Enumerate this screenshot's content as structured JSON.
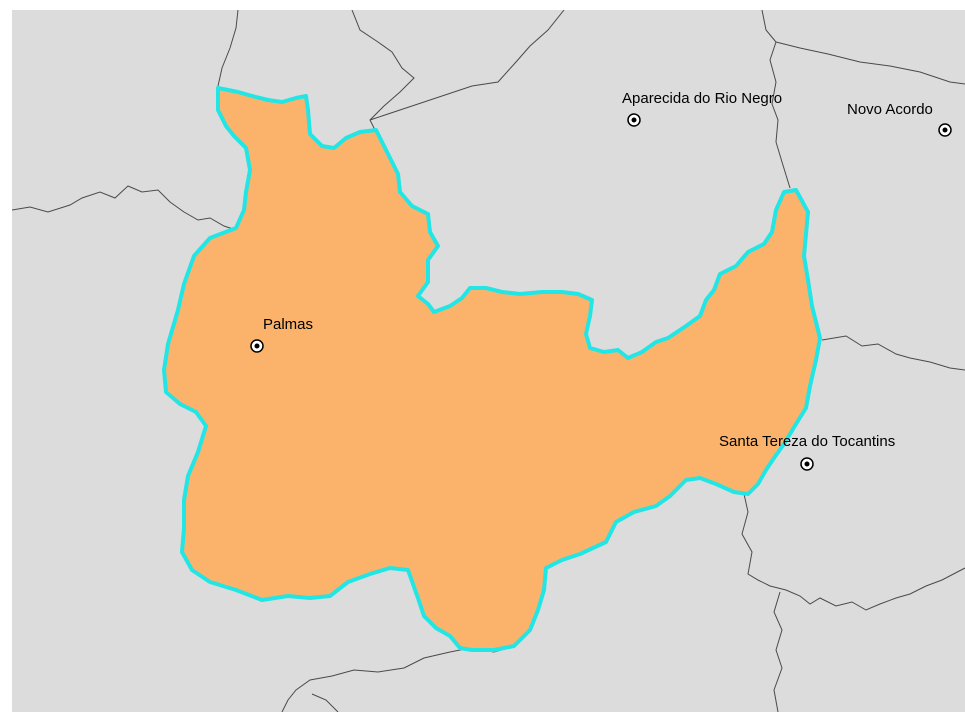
{
  "map": {
    "background_color": "#dcdcdc",
    "boundary_color": "#4a4a4a",
    "selected_region": {
      "fill_color": "#fbb36b",
      "stroke_color": "#22e5e5"
    },
    "cities": [
      {
        "id": "palmas",
        "name": "Palmas"
      },
      {
        "id": "aparecida",
        "name": "Aparecida do Rio Negro"
      },
      {
        "id": "novo-acordo",
        "name": "Novo Acordo"
      },
      {
        "id": "santa-tereza",
        "name": "Santa Tereza do Tocantins"
      }
    ]
  }
}
